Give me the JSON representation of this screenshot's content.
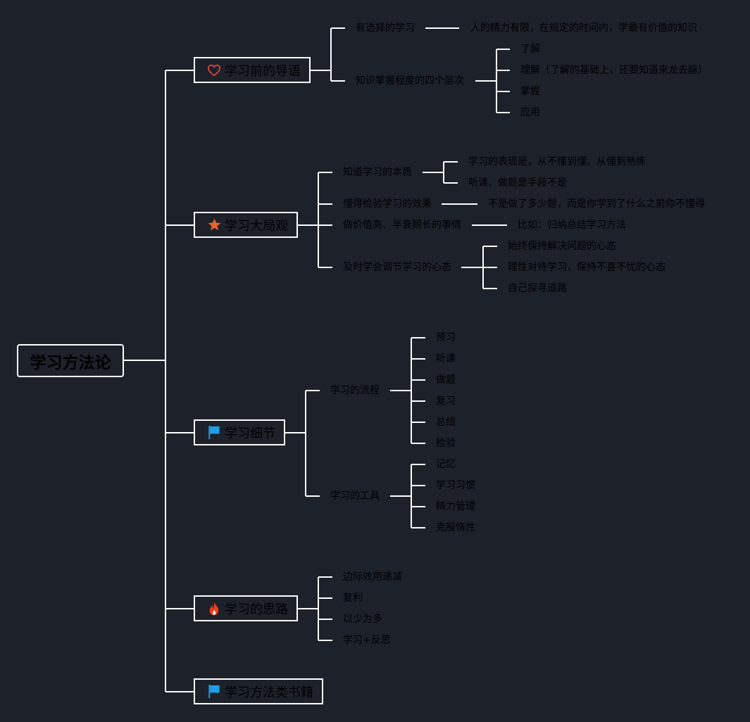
{
  "root": {
    "label": "学习方法论"
  },
  "branches": {
    "b1": {
      "label": "学习前的导语",
      "icon": "heart-icon",
      "children": {
        "c1": {
          "label": "有选择的学习",
          "leaves": [
            "人的精力有限，在规定的时间内，学最有价值的知识"
          ]
        },
        "c2": {
          "label": "知识掌握程度的四个层次",
          "leaves": [
            "了解",
            "理解（了解的基础上，还要知道来龙去脉）",
            "掌握",
            "应用"
          ]
        }
      }
    },
    "b2": {
      "label": "学习大局观",
      "icon": "star-icon",
      "children": {
        "c1": {
          "label": "知道学习的本质",
          "leaves": [
            "学习的表现是，从不懂到懂、从懂到熟练",
            "听课、做题是手段不是"
          ]
        },
        "c2": {
          "label": "懂得检验学习的效果",
          "leaves": [
            "不是做了多少题，而是你学到了什么之前你不懂得"
          ]
        },
        "c3": {
          "label": "做价值高、半衰期长的事情",
          "leaves": [
            "比如：归纳总结学习方法"
          ]
        },
        "c4": {
          "label": "及时学会调节学习的心态",
          "leaves": [
            "始终保持解决问题的心态",
            "理性对待学习，保持不喜不忧的心态",
            "自己探寻道路"
          ]
        }
      }
    },
    "b3": {
      "label": "学习细节",
      "icon": "flag-icon",
      "children": {
        "c1": {
          "label": "学习的流程",
          "leaves": [
            "预习",
            "听课",
            "做题",
            "复习",
            "总结",
            "检验"
          ]
        },
        "c2": {
          "label": "学习的工具",
          "leaves": [
            "记忆",
            "学习习惯",
            "精力管理",
            "克服惰性"
          ]
        }
      }
    },
    "b4": {
      "label": "学习的思路",
      "icon": "fire-icon",
      "children": {
        "c1": {
          "label": "边际效用递减"
        },
        "c2": {
          "label": "复利"
        },
        "c3": {
          "label": "以少为多"
        },
        "c4": {
          "label": "学习+反思"
        }
      }
    },
    "b5": {
      "label": "学习方法类书籍",
      "icon": "flag-icon"
    }
  },
  "colors": {
    "background": "#1c212a",
    "line": "#ffffff",
    "text": "#000000",
    "heart": "#e8403a",
    "star": "#e8622e",
    "flag": "#1e9fe6",
    "fire": "#f23c1c"
  }
}
